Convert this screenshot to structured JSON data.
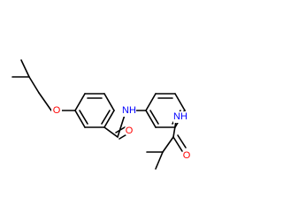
{
  "molecule": {
    "atoms": {
      "ether_oxygen": {
        "symbol": "O",
        "color": "#ff0000"
      },
      "carbonyl_oxygen_1": {
        "symbol": "O",
        "color": "#ff0000"
      },
      "amide_nh_1": {
        "symbol": "NH",
        "color": "#0000ff"
      },
      "amide_nh_2": {
        "symbol": "NH",
        "color": "#0000ff"
      },
      "carbonyl_oxygen_2": {
        "symbol": "O",
        "color": "#ff0000"
      }
    },
    "bond_color": "#000000"
  }
}
